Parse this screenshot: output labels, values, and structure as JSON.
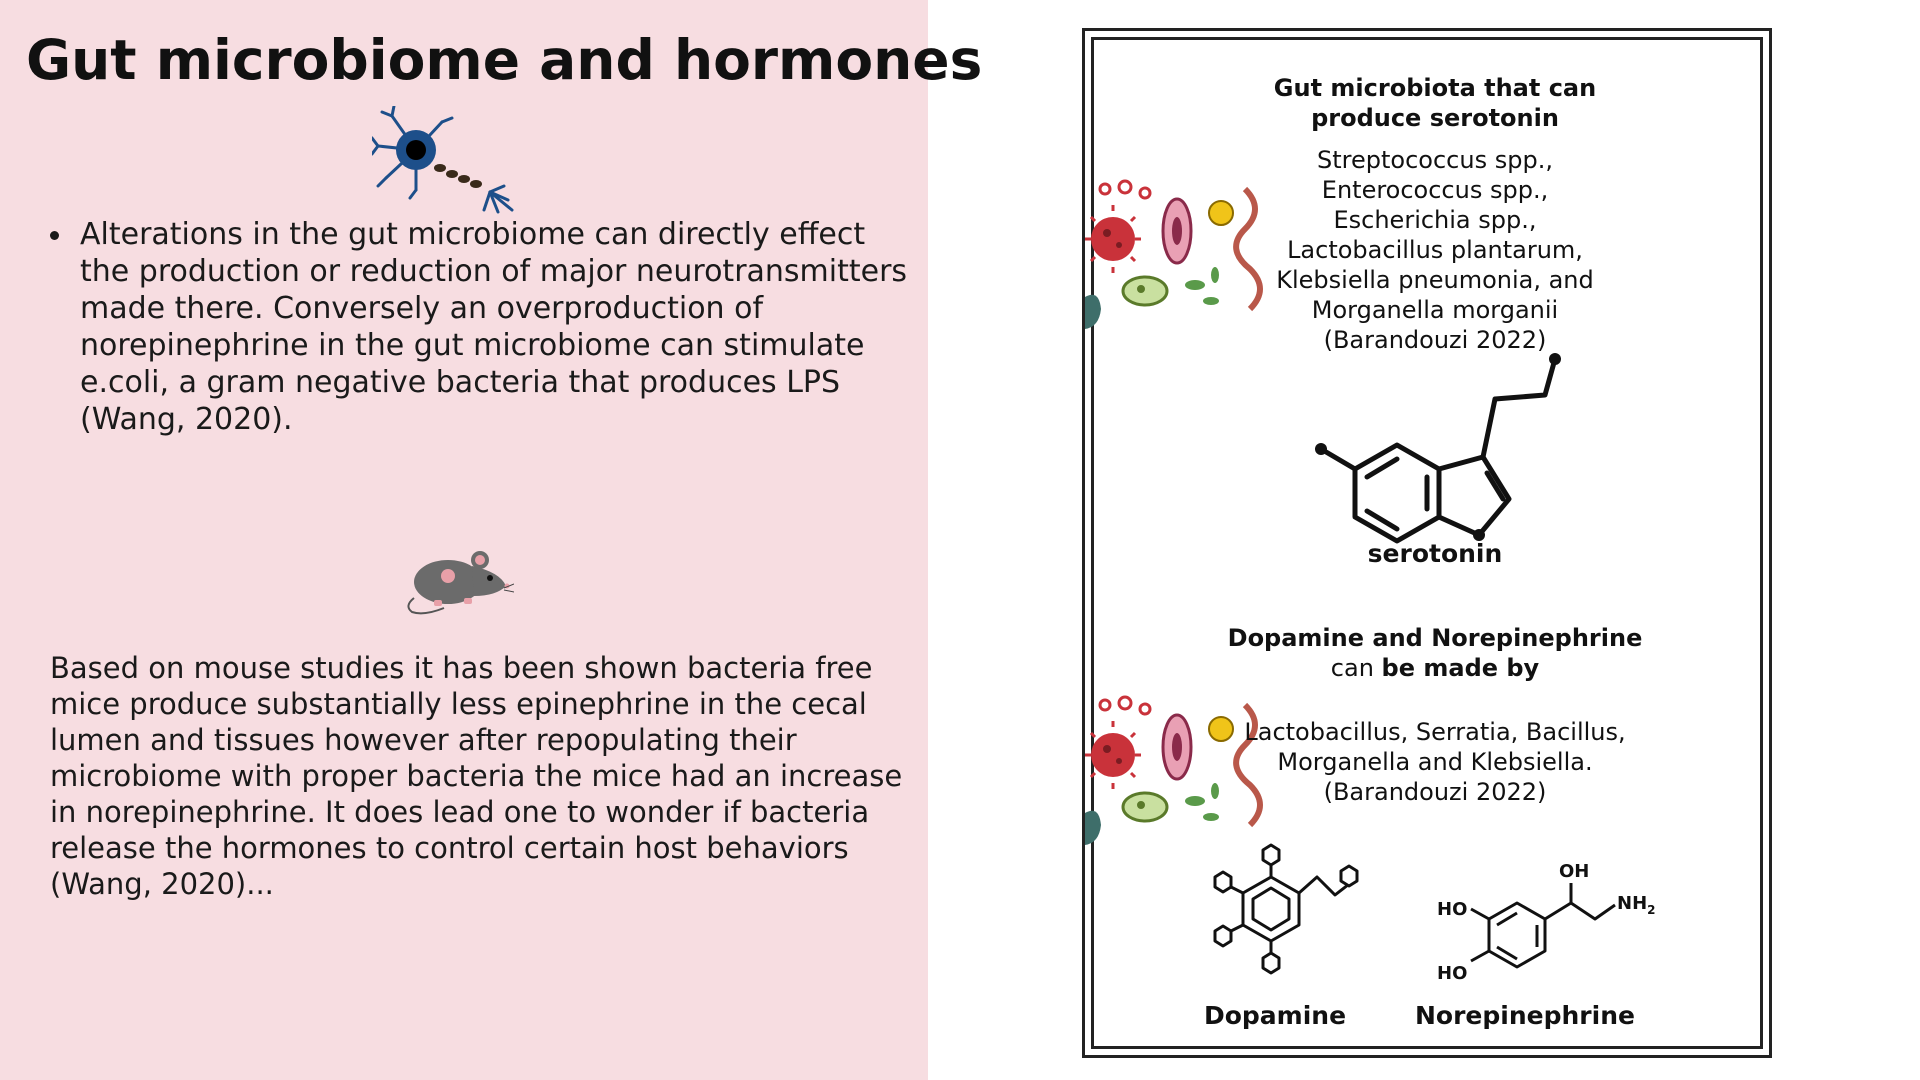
{
  "slide": {
    "title": "Gut microbiome and hormones",
    "bullet_text": "Alterations in the  gut microbiome can directly effect the production or reduction of major neurotransmitters made there. Conversely an overproduction of norepinephrine in the gut microbiome can stimulate e.coli, a gram negative bacteria that produces LPS (Wang, 2020).",
    "paragraph2": "Based on mouse studies it has been shown bacteria free mice produce substantially less epinephrine in the cecal lumen and tissues however after repopulating their microbiome with proper bacteria the mice had an increase in norepinephrine. It does lead one to wonder if bacteria release the hormones to control certain host behaviors (Wang, 2020)...",
    "icons": [
      "neuron-icon",
      "mouse-icon",
      "microbes-icon"
    ]
  },
  "infographic": {
    "serotonin_heading": "Gut microbiota that can produce serotonin",
    "serotonin_list": [
      "Streptococcus spp.,",
      "Enterococcus spp.,",
      "Escherichia spp.,",
      "Lactobacillus plantarum,",
      "Klebsiella pneumonia, and",
      "Morganella morganii",
      "(Barandouzi 2022)"
    ],
    "serotonin_label": "serotonin",
    "dopa_heading_line1": "Dopamine and Norepinephrine",
    "dopa_heading_line2_a": "can ",
    "dopa_heading_line2_b": "be made by",
    "dopa_list": [
      "Lactobacillus, Serratia, Bacillus,",
      "Morganella and Klebsiella.",
      "(Barandouzi 2022)"
    ],
    "dopamine_label": "Dopamine",
    "norepinephrine_label": "Norepinephrine",
    "nore_groups": {
      "oh": "OH",
      "ho_top": "HO",
      "ho_bottom": "HO",
      "nh2": "NH",
      "nh2_sub": "2"
    }
  },
  "colors": {
    "left_bg": "#f7dde1",
    "text": "#111111",
    "frame": "#222222"
  }
}
